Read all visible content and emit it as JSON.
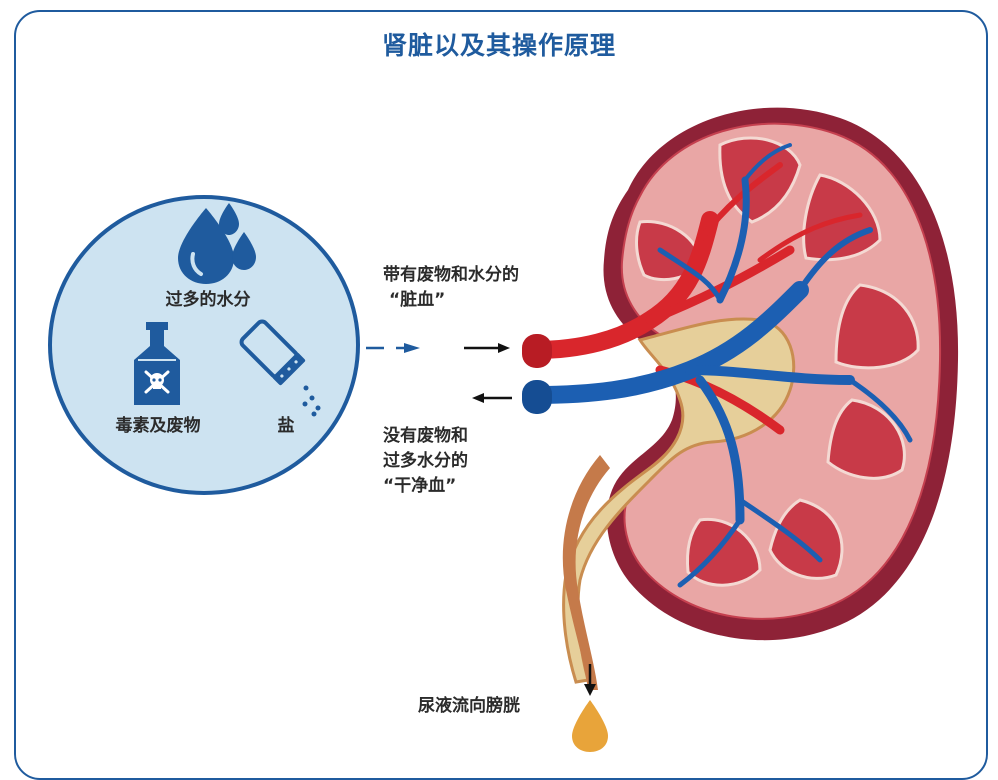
{
  "title": "肾脏以及其操作原理",
  "inputs_panel": {
    "water_label": "过多的水分",
    "toxins_label": "毒素及废物",
    "salt_label": "盐"
  },
  "dirty_blood": {
    "line1": "带有废物和水分的",
    "line2": "“脏血”"
  },
  "clean_blood": {
    "line1": "没有废物和",
    "line2": "过多水分的",
    "line3": "“干净血”"
  },
  "urine_label": "尿液流向膀胱",
  "colors": {
    "primary": "#1f5b9e",
    "circle_fill": "#cde3f1",
    "artery_red": "#d9262c",
    "vein_blue": "#1c5fb2",
    "kidney_outer": "#8e2237",
    "kidney_tissue": "#e9a6a5",
    "pelvis_yellow": "#e6cf9a",
    "urine_drop": "#e8a43a"
  }
}
